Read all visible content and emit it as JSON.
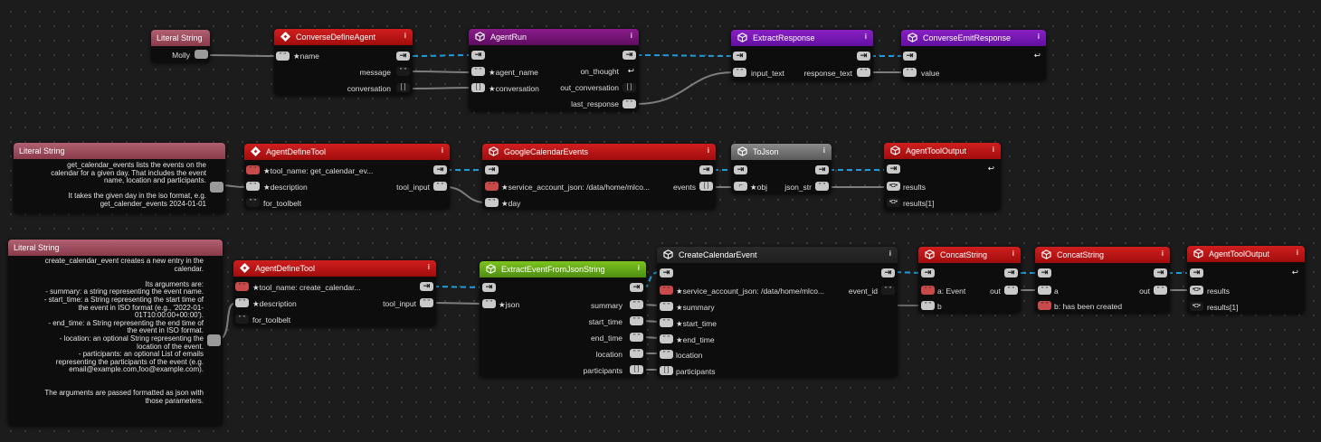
{
  "colors": {
    "wire_exec": "#1e9bd8",
    "wire_data": "#8a8a8a",
    "background": "#1c1c1c"
  },
  "icons": {
    "cube": "cube-icon",
    "diamond": "diamond-icon",
    "exec": "arrow-right-into-icon",
    "return": "return-arrow-icon",
    "info": "info-icon"
  },
  "nodes": {
    "lit1": {
      "title": "Literal String",
      "value": "Molly"
    },
    "cda": {
      "title": "ConverseDefineAgent",
      "info": "i",
      "in_name": "★name",
      "out_message": "message",
      "out_conversation": "conversation"
    },
    "ar": {
      "title": "AgentRun",
      "info": "i",
      "in_agent_name": "★agent_name",
      "in_conversation": "★conversation",
      "out_on_thought": "on_thought",
      "out_out_conversation": "out_conversation",
      "out_last_response": "last_response"
    },
    "er": {
      "title": "ExtractResponse",
      "info": "i",
      "in_input_text": "input_text",
      "out_response_text": "response_text"
    },
    "cer": {
      "title": "ConverseEmitResponse",
      "info": "i",
      "in_value": "value"
    },
    "lit2": {
      "title": "Literal String",
      "text": "get_calendar_events lists the events on the\ncalendar for a given day. That includes the event\nname, location and participants.\n\nIt takes the given day in the iso format, e.g.\nget_calender_events 2024-01-01"
    },
    "adt1": {
      "title": "AgentDefineTool",
      "info": "i",
      "in_tool_name": "★tool_name: get_calendar_ev...",
      "in_description": "★description",
      "in_for_toolbelt": "for_toolbelt",
      "out_tool_input": "tool_input"
    },
    "gce": {
      "title": "GoogleCalendarEvents",
      "info": "i",
      "in_service": "★service_account_json: /data/home/mlco...",
      "in_day": "★day",
      "out_events": "events"
    },
    "tj": {
      "title": "ToJson",
      "info": "i",
      "in_obj": "★obj",
      "out_json_str": "json_str"
    },
    "ato1": {
      "title": "AgentToolOutput",
      "info": "i",
      "in_results": "results",
      "in_results1": "results[1]"
    },
    "lit3": {
      "title": "Literal String",
      "text": "create_calendar_event creates a new entry in the\ncalendar.\n\nIts arguments are:\n- summary: a string representing the event name.\n- start_time: a String representing the start time of\nthe event in ISO format (e.g., '2022-01-\n01T10:00:00+00:00').\n- end_time: a String representing the end time of\nthe event in ISO format.\n- location: an optional String representing the\nlocation of the event.\n- participants: an optional List of emails\nrepresenting the participants of the event (e.g.\nemail@example.com,foo@example.com).\n\n\nThe arguments are passed formatted as json with\nthose parameters."
    },
    "adt2": {
      "title": "AgentDefineTool",
      "info": "i",
      "in_tool_name": "★tool_name: create_calendar...",
      "in_description": "★description",
      "in_for_toolbelt": "for_toolbelt",
      "out_tool_input": "tool_input"
    },
    "eef": {
      "title": "ExtractEventFromJsonString",
      "info": "i",
      "in_json": "★json",
      "out_summary": "summary",
      "out_start_time": "start_time",
      "out_end_time": "end_time",
      "out_location": "location",
      "out_participants": "participants"
    },
    "cce": {
      "title": "CreateCalendarEvent",
      "info": "i",
      "in_service": "★service_account_json: /data/home/mlco...",
      "in_summary": "★summary",
      "in_start_time": "★start_time",
      "in_end_time": "★end_time",
      "in_location": "location",
      "in_participants": "participants",
      "out_event_id": "event_id"
    },
    "cs1": {
      "title": "ConcatString",
      "info": "i",
      "in_a": "a: Event",
      "in_b": "b",
      "out": "out"
    },
    "cs2": {
      "title": "ConcatString",
      "info": "i",
      "in_a": "a",
      "in_b": "b: has been created",
      "out": "out"
    },
    "ato2": {
      "title": "AgentToolOutput",
      "info": "i",
      "in_results": "results",
      "in_results1": "results[1]"
    }
  }
}
